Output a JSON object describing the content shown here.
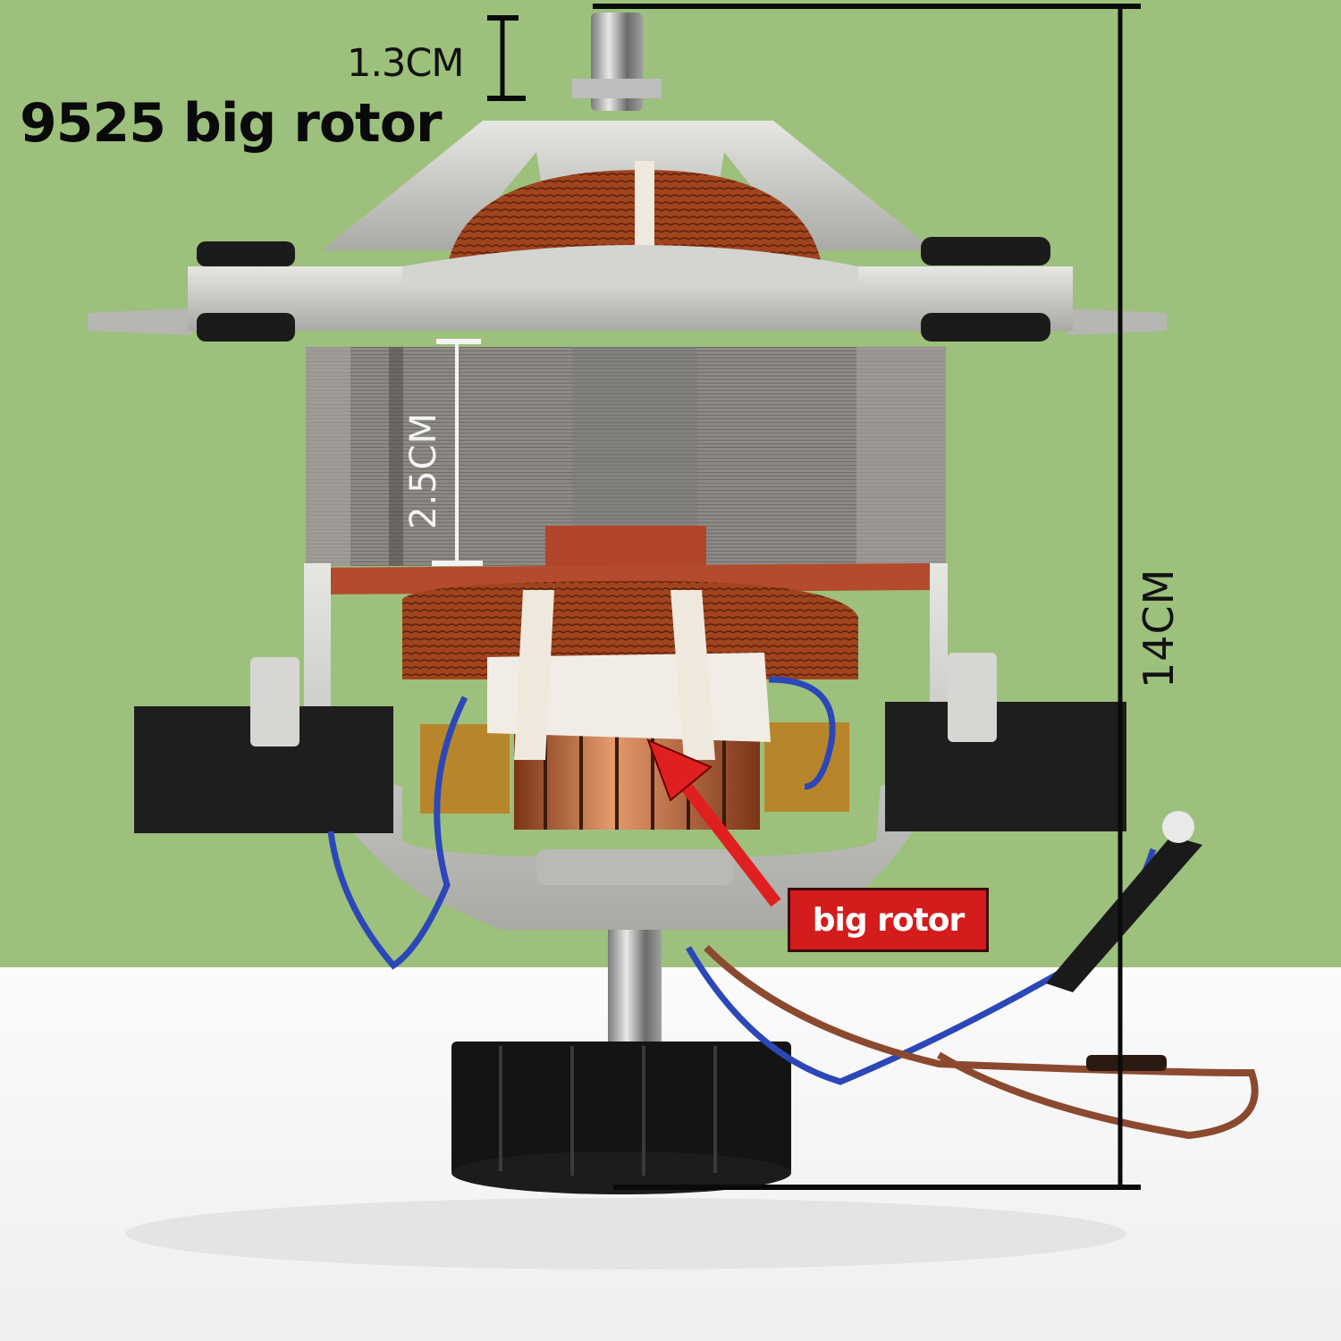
{
  "image": {
    "title": "9525 big rotor",
    "subject": "universal electric motor (stator, commutator, armature, cooling fan, lead wires)",
    "colors": {
      "backdrop_green": "#9dc07d",
      "floor_white": "#f6f6f6",
      "callout_red": "#d41c1c",
      "arrow_red": "#e02020",
      "copper": "#a84a22",
      "aluminum": "#c9c9c6",
      "steel_lamination": "#8a8784",
      "dimension_line": "#0a0a0a"
    }
  },
  "dimensions": {
    "shaft_top": {
      "label": "1.3CM",
      "orientation": "vertical"
    },
    "stator_stack": {
      "label": "2.5CM",
      "orientation": "vertical",
      "text_rotated": true
    },
    "overall_height": {
      "label": "14CM",
      "orientation": "vertical",
      "text_rotated": true
    }
  },
  "callout": {
    "label": "big rotor",
    "points_to": "commutator"
  }
}
